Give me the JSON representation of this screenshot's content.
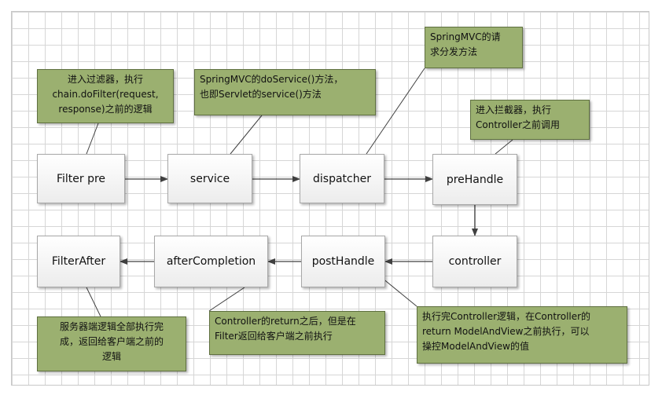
{
  "nodes": {
    "filter_pre": "Filter pre",
    "service": "service",
    "dispatcher": "dispatcher",
    "prehandle": "preHandle",
    "controller": "controller",
    "posthandle": "postHandle",
    "after_completion": "afterCompletion",
    "filter_after": "FilterAfter"
  },
  "notes": {
    "filter_enter": "进入过滤器，执行\nchain.doFilter(request,\nresponse)之前的逻辑",
    "do_service": "SpringMVC的doService()方法，\n也即Servlet的service()方法",
    "dispatch": "SpringMVC的请\n求分发方法",
    "interceptor": "进入拦截器，执行\nController之前调用",
    "server_end": "服务器端逻辑全部执行完\n成，返回给客户端之前的\n逻辑",
    "after_return": "Controller的return之后，但是在\nFilter返回给客户端之前执行",
    "post_handle": "执行完Controller逻辑，在Controller的\nreturn ModelAndView之前执行，可以\n操控ModelAndView的值"
  },
  "colors": {
    "note_fill": "#9bb070",
    "node_fill": "#f4f4f4",
    "grid_line": "#d6d6d6",
    "connector": "#404040"
  }
}
